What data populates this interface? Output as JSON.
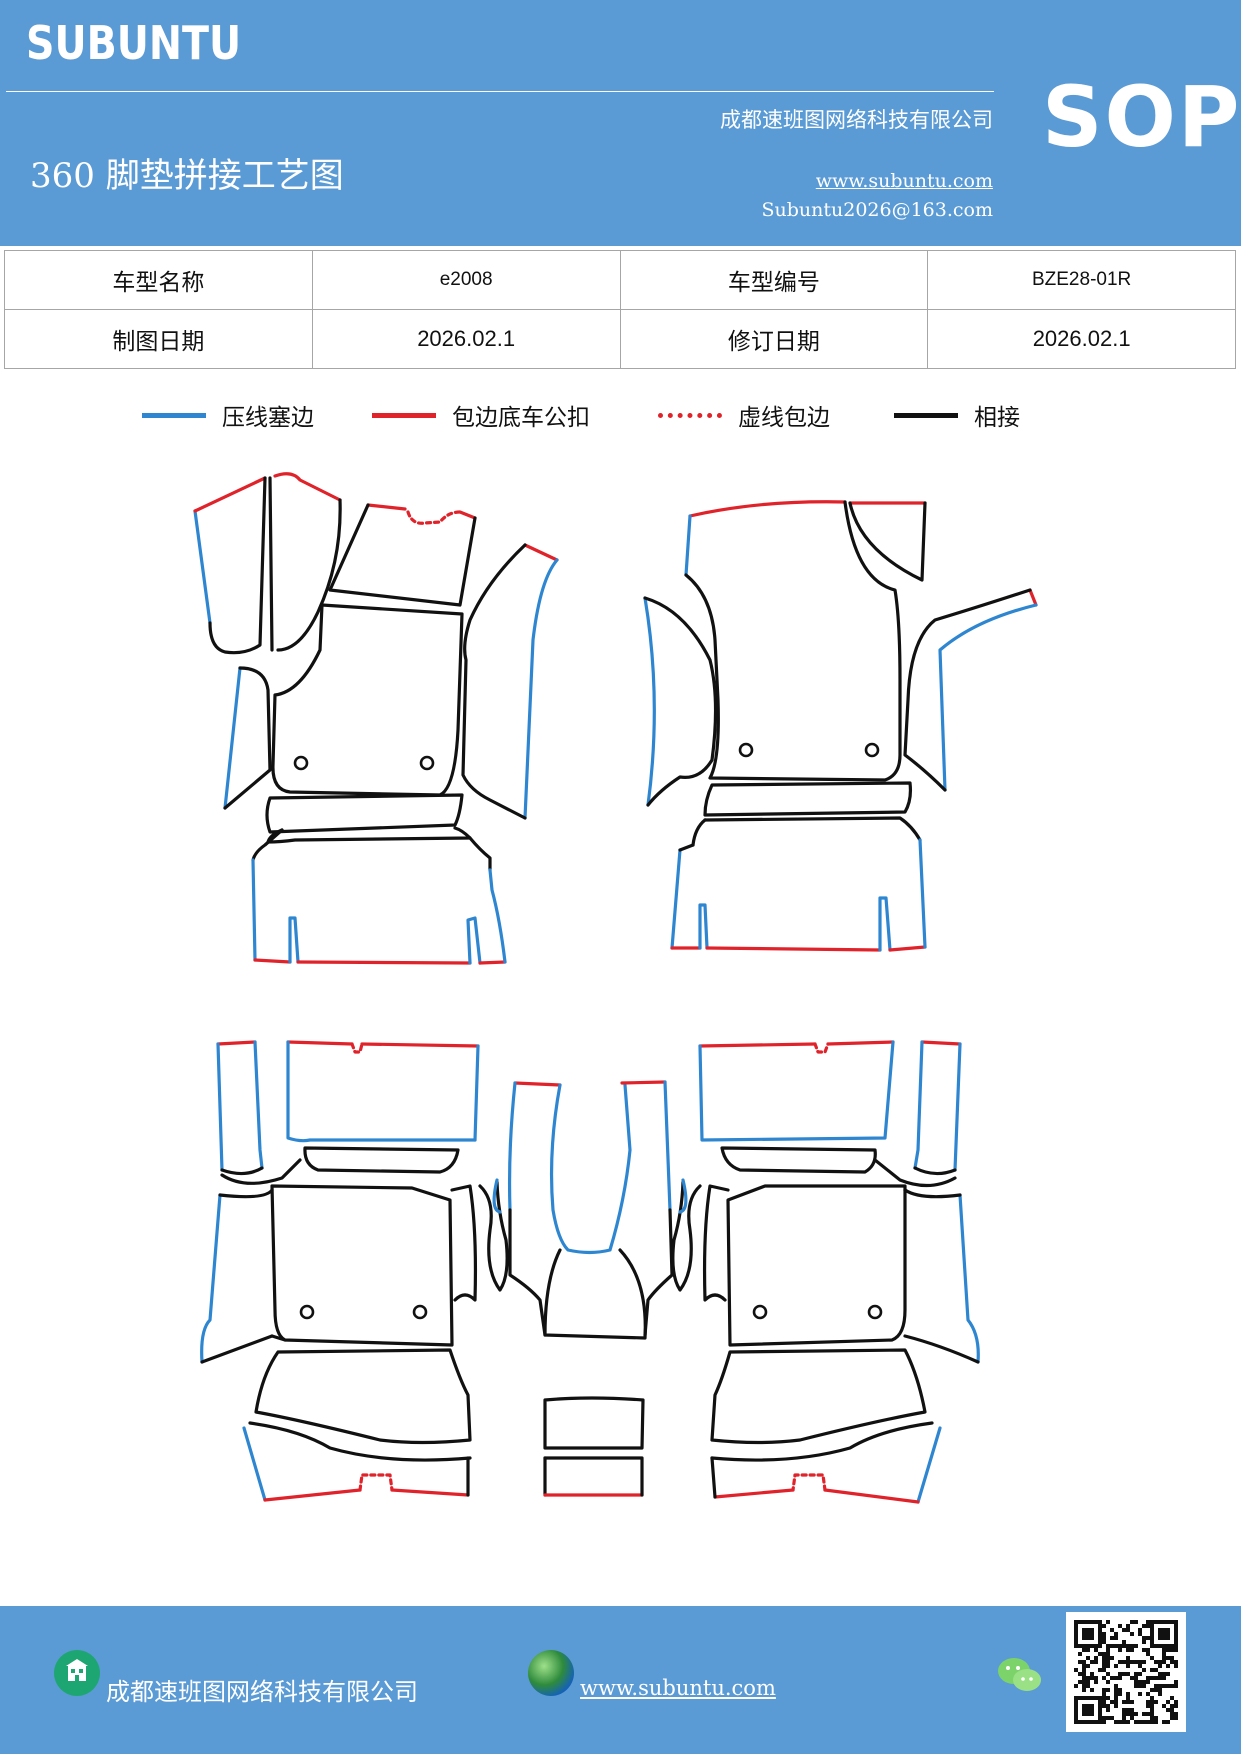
{
  "header": {
    "brand": "SUBUNTU",
    "company": "成都速班图网络科技有限公司",
    "title": "360 脚垫拼接工艺图",
    "website": "www.subuntu.com",
    "email": "Subuntu2026@163.com",
    "badge": "SOP"
  },
  "info": {
    "model_name_label": "车型名称",
    "model_name": "e2008",
    "model_code_label": "车型编号",
    "model_code": "BZE28-01R",
    "draw_date_label": "制图日期",
    "draw_date": "2026.02.1",
    "revise_date_label": "修订日期",
    "revise_date": "2026.02.1"
  },
  "legend": [
    {
      "label": "压线塞边",
      "color": "#2e86d0",
      "style": "solid"
    },
    {
      "label": "包边底车公扣",
      "color": "#e0232a",
      "style": "solid"
    },
    {
      "label": "虚线包边",
      "color": "#e0232a",
      "style": "dotted"
    },
    {
      "label": "相接",
      "color": "#111111",
      "style": "solid"
    }
  ],
  "footer": {
    "company": "成都速班图网络科技有限公司",
    "website": "www.subuntu.com",
    "company_icon": "building-icon",
    "web_icon": "globe-icon",
    "wechat_icon": "wechat-icon"
  }
}
